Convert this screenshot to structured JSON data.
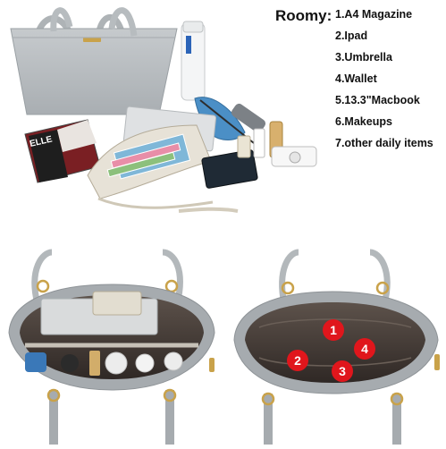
{
  "heading": "Roomy:",
  "features": [
    "1.A4 Magazine",
    "2.Ipad",
    "3.Umbrella",
    "4.Wallet",
    "5.13.3\"Macbook",
    "6.Makeups",
    "7.other daily items"
  ],
  "compartment_markers": [
    "1",
    "2",
    "3",
    "4"
  ],
  "colors": {
    "bag_grey": "#b9bec1",
    "lining_dark": "#3b3430",
    "marker_red": "#e0161c",
    "hardware_gold": "#c9a24a"
  }
}
